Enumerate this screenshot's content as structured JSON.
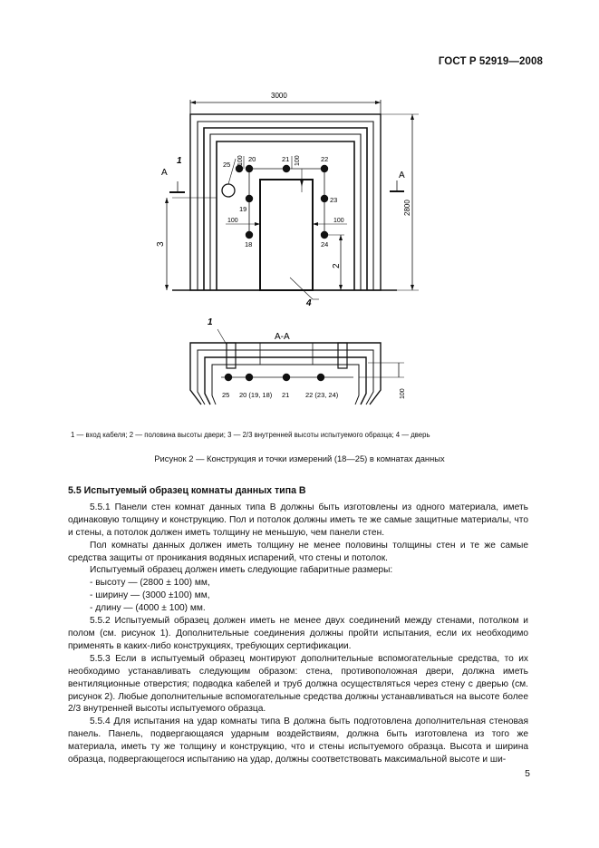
{
  "header": {
    "doc_id": "ГОСТ Р 52919—2008"
  },
  "figure": {
    "dim_width": "3000",
    "dim_height": "2800",
    "dim_100": "100",
    "section_mark": "А",
    "section_title": "А-А",
    "point_labels": {
      "p25": "25",
      "p20": "20",
      "p21": "21",
      "p22": "22",
      "p19": "19",
      "p23": "23",
      "p18": "18",
      "p24": "24",
      "s25": "25",
      "s20": "20 (19, 18)",
      "s21": "21",
      "s22": "22 (23, 24)"
    },
    "callouts": {
      "c1": "1",
      "c2": "2",
      "c3": "3",
      "c4": "4"
    },
    "legend": "1 — вход кабеля; 2 — половина высоты двери; 3 — 2/3 внутренней высоты испытуемого образца; 4 — дверь",
    "caption": "Рисунок 2 — Конструкция и точки измерений (18—25) в комнатах данных"
  },
  "section": {
    "heading": "5.5 Испытуемый образец комнаты данных типа B",
    "p1": "5.5.1 Панели стен комнат данных типа B должны быть изготовлены из одного материала, иметь одинаковую толщину и конструкцию. Пол и потолок должны иметь те же самые защитные материалы, что и стены, а потолок должен иметь толщину не меньшую, чем панели стен.",
    "p2": "Пол комнаты данных должен иметь толщину не менее половины толщины стен и те же самые средства защиты от проникания водяных испарений, что стены и потолок.",
    "p3": "Испытуемый образец должен иметь следующие габаритные размеры:",
    "list": [
      "высоту — (2800 ± 100) мм,",
      "ширину — (3000 ±100) мм,",
      "длину — (4000 ± 100) мм."
    ],
    "p4": "5.5.2 Испытуемый образец должен иметь не менее двух соединений между стенами, потолком и полом (см. рисунок 1). Дополнительные соединения должны пройти испытания, если их необходимо применять в каких-либо конструкциях, требующих сертификации.",
    "p5": "5.5.3 Если в испытуемый образец монтируют дополнительные вспомогательные средства, то их необходимо устанавливать следующим образом: стена, противоположная двери, должна иметь вентиляционные отверстия; подводка кабелей и труб должна осуществляться через стену с дверью (см. рисунок 2). Любые дополнительные вспомогательные средства должны устанавливаться на высоте более 2/3 внутренней высоты испытуемого образца.",
    "p6": "5.5.4 Для испытания на удар комнаты типа B должна быть подготовлена дополнительная стеновая панель. Панель, подвергающаяся ударным воздействиям, должна быть изготовлена из того же материала, иметь ту же толщину и конструкцию, что и стены испытуемого образца. Высота и ширина образца, подвергающегося испытанию на удар, должны соответствовать максимальной высоте и ши-"
  },
  "page_number": "5"
}
